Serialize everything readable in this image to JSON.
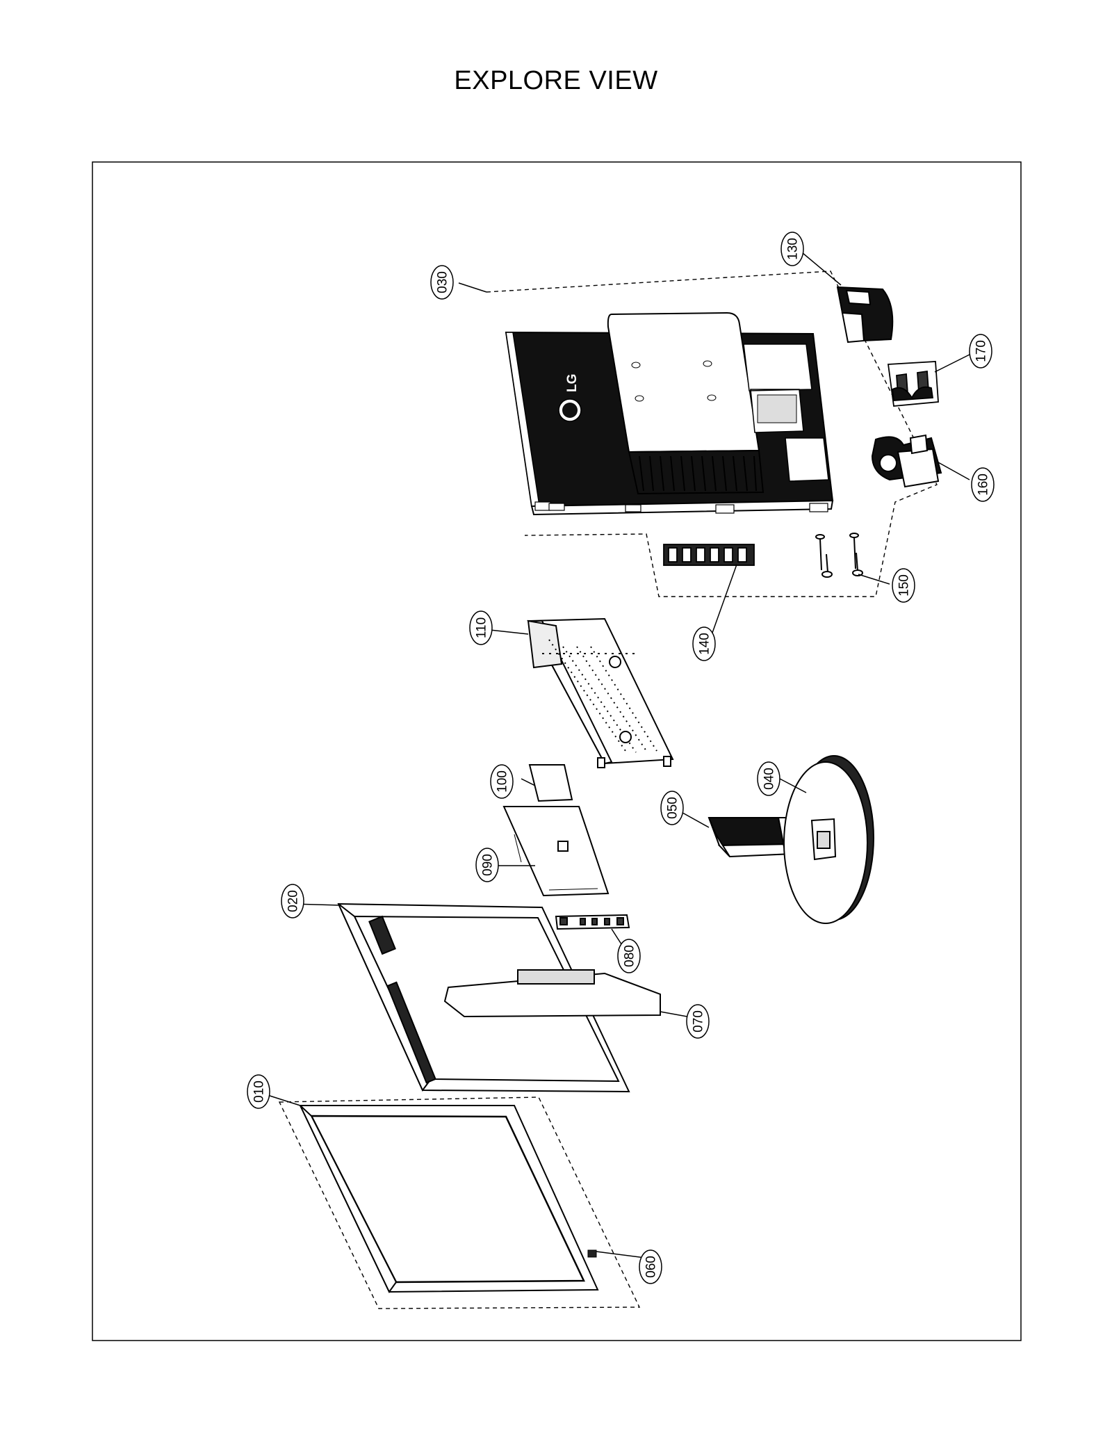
{
  "title": "EXPLORE VIEW",
  "brand_logo_text": "LG",
  "callouts": {
    "p010": "010",
    "p020": "020",
    "p030": "030",
    "p040": "040",
    "p050": "050",
    "p060": "060",
    "p070": "070",
    "p080": "080",
    "p090": "090",
    "p100": "100",
    "p110": "110",
    "p130": "130",
    "p140": "140",
    "p150": "150",
    "p160": "160",
    "p170": "170"
  }
}
